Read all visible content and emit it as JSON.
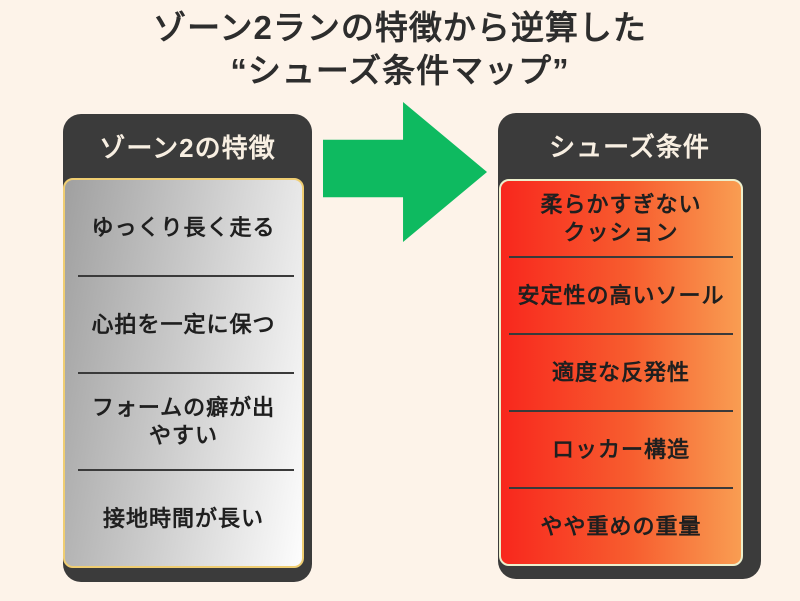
{
  "title": {
    "line1": "ゾーン2ランの特徴から逆算した",
    "line2": "“シューズ条件マップ”"
  },
  "left_card": {
    "header": "ゾーン2の特徴",
    "items": [
      {
        "text": "ゆっくり長く走る"
      },
      {
        "text": "心拍を一定に保つ"
      },
      {
        "text": "フォームの癖が出\nやすい"
      },
      {
        "text": "接地時間が長い"
      }
    ]
  },
  "right_card": {
    "header": "シューズ条件",
    "items": [
      {
        "text": "柔らかすぎない\nクッション"
      },
      {
        "text": "安定性の高いソール"
      },
      {
        "text": "適度な反発性"
      },
      {
        "text": "ロッカー構造"
      },
      {
        "text": "やや重めの重量"
      }
    ]
  },
  "arrow": {
    "meaning": "maps-to",
    "color": "#0EBA60"
  },
  "colors": {
    "background": "#FDF3E9",
    "card": "#3B3B3B",
    "header_text": "#F8EFE2",
    "left_panel_border": "#EFCD72",
    "left_gradient_start": "#A0A0A0",
    "left_gradient_end": "#FDFDFD",
    "right_panel_border": "#EDEFCC",
    "right_gradient_start": "#F8271D",
    "right_gradient_end": "#F99D52",
    "item_text": "#1F1F1F",
    "title_text": "#2D2D2D"
  }
}
